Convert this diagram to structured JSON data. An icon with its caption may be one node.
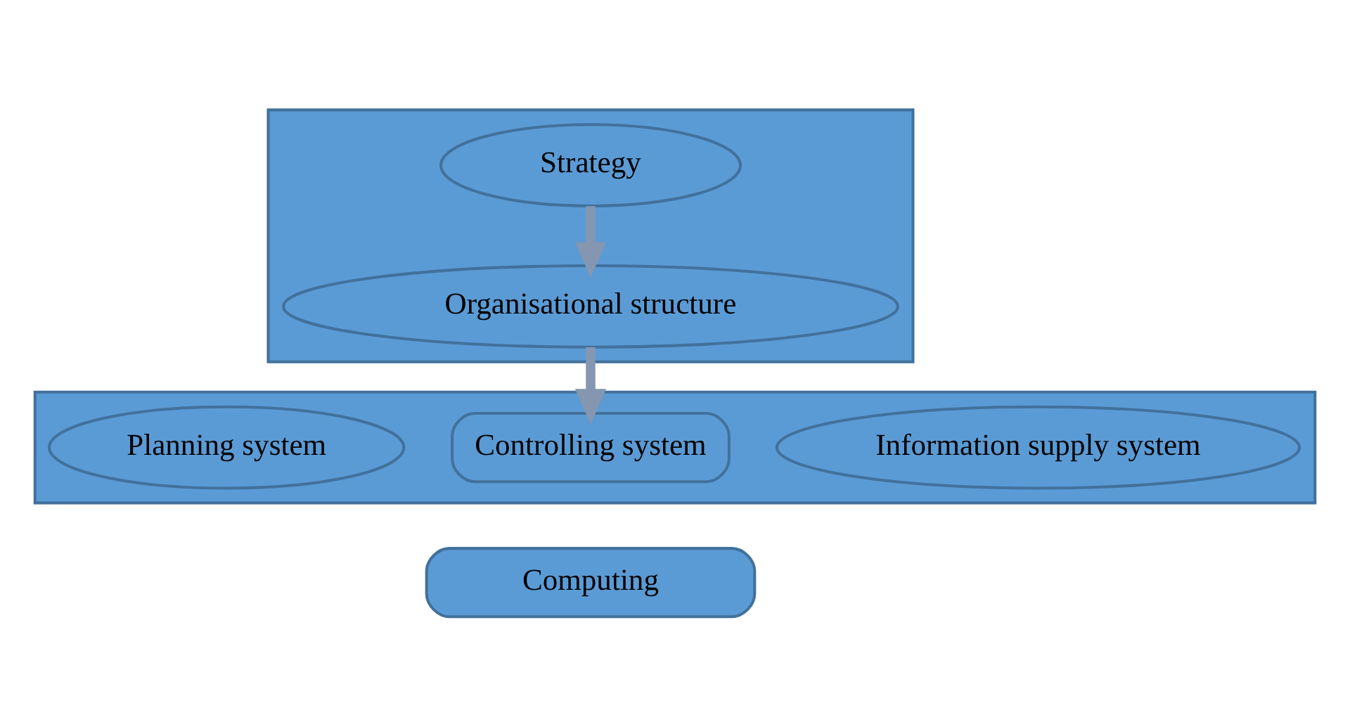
{
  "diagram": {
    "nodes": [
      {
        "text": [],
        "shape": "box"
      },
      {
        "text": [
          "Strategy"
        ],
        "in": 0
      },
      {
        "text": [
          "Organisational structure"
        ],
        "in": 0
      },
      {
        "text": [],
        "shape": "box"
      },
      {
        "text": [
          "Planning system"
        ],
        "in": 3
      },
      {
        "text": [
          "Controlling system"
        ],
        "in": 3
      },
      {
        "text": [
          "Information supply system"
        ],
        "in": 3
      },
      {
        "text": [
          "Computing"
        ]
      }
    ],
    "edges": [
      {
        "from": 1,
        "to": 2,
        "arrow": "to"
      },
      {
        "from": 2,
        "to": 5,
        "arrow": "to"
      }
    ]
  }
}
